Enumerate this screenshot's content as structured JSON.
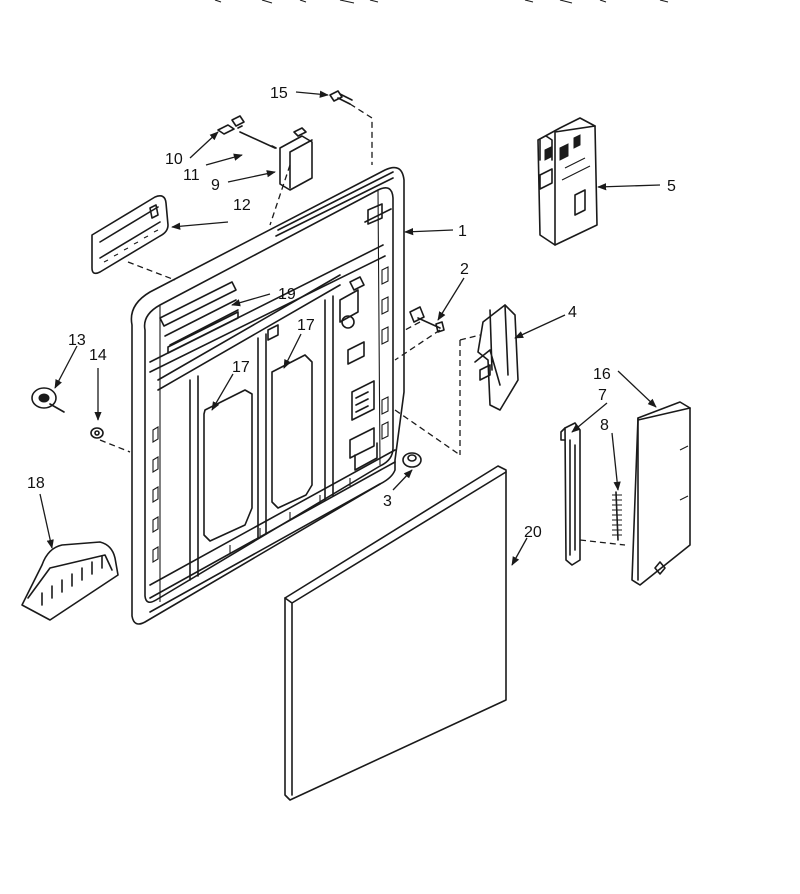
{
  "callouts": {
    "c1": "1",
    "c2": "2",
    "c3": "3",
    "c4": "4",
    "c5": "5",
    "c7": "7",
    "c8": "8",
    "c9": "9",
    "c10": "10",
    "c11": "11",
    "c12": "12",
    "c13": "13",
    "c14": "14",
    "c15": "15",
    "c16": "16",
    "c17a": "17",
    "c17b": "17",
    "c18": "18",
    "c19": "19",
    "c20": "20"
  },
  "colors": {
    "ink": "#1a1a1a",
    "background": "#ffffff"
  }
}
